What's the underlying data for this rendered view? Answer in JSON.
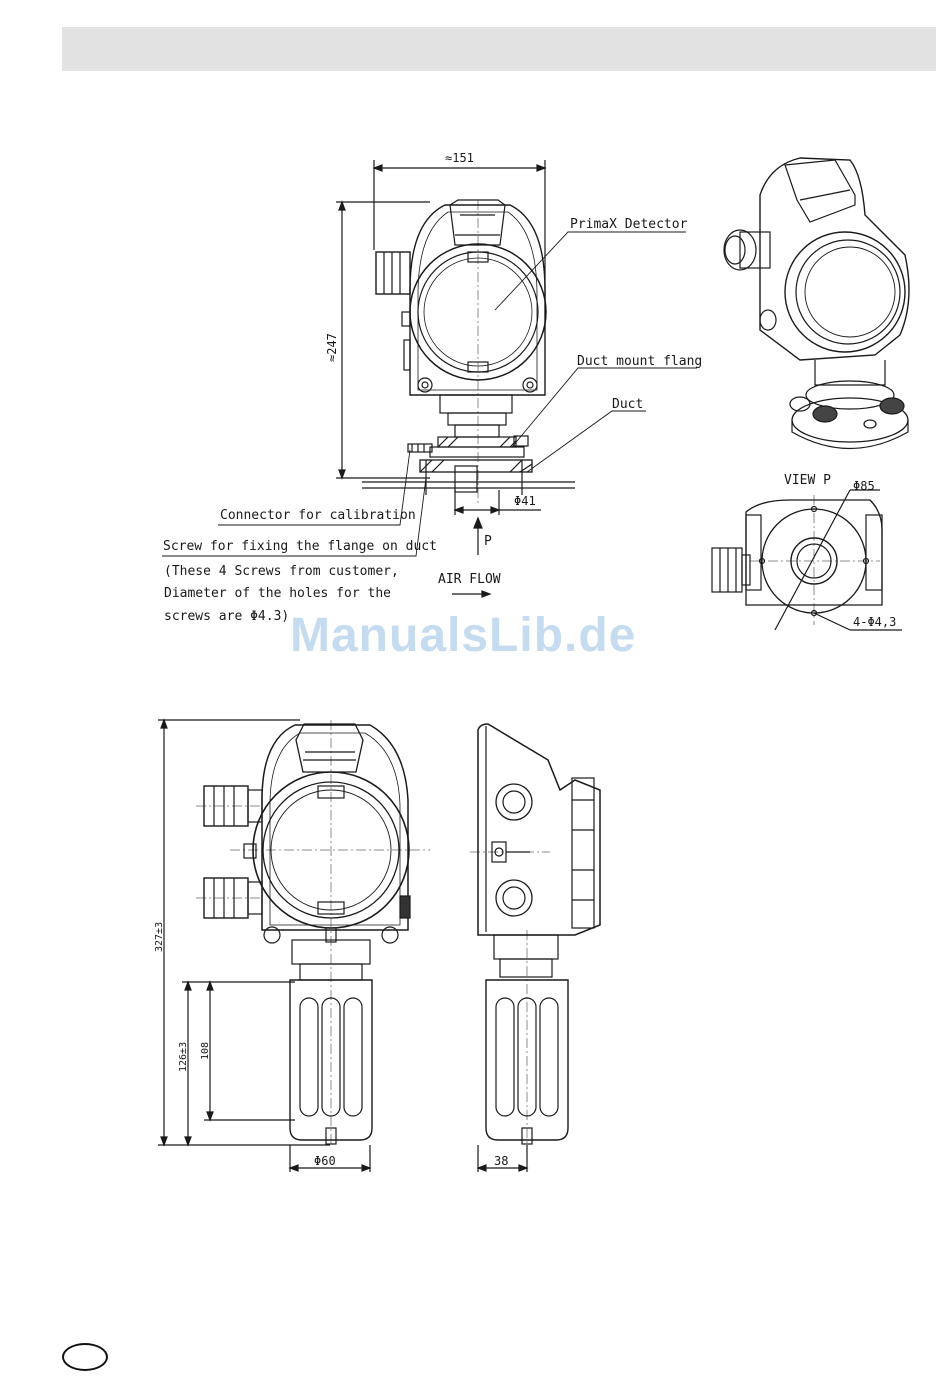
{
  "labels": {
    "detector": "PrimaX Detector",
    "duct_mount": "Duct mount flang",
    "duct": "Duct",
    "connector": "Connector for calibration",
    "screw": "Screw for fixing the flange on duct",
    "note_line1": "(These 4 Screws from customer,",
    "note_line2": "Diameter of the holes for the",
    "note_line3": "screws are Φ4.3)",
    "air_flow": "AIR FLOW",
    "p": "P",
    "view_p": "VIEW P"
  },
  "dimensions": {
    "width_top": "≈151",
    "height_top": "≈247",
    "d41": "Φ41",
    "d85": "Φ85",
    "holes": "4-Φ4,3",
    "h327": "327±3",
    "h126": "126±3",
    "h108": "108",
    "d60": "Φ60",
    "w38": "38"
  },
  "watermark": "ManualsLib.de"
}
